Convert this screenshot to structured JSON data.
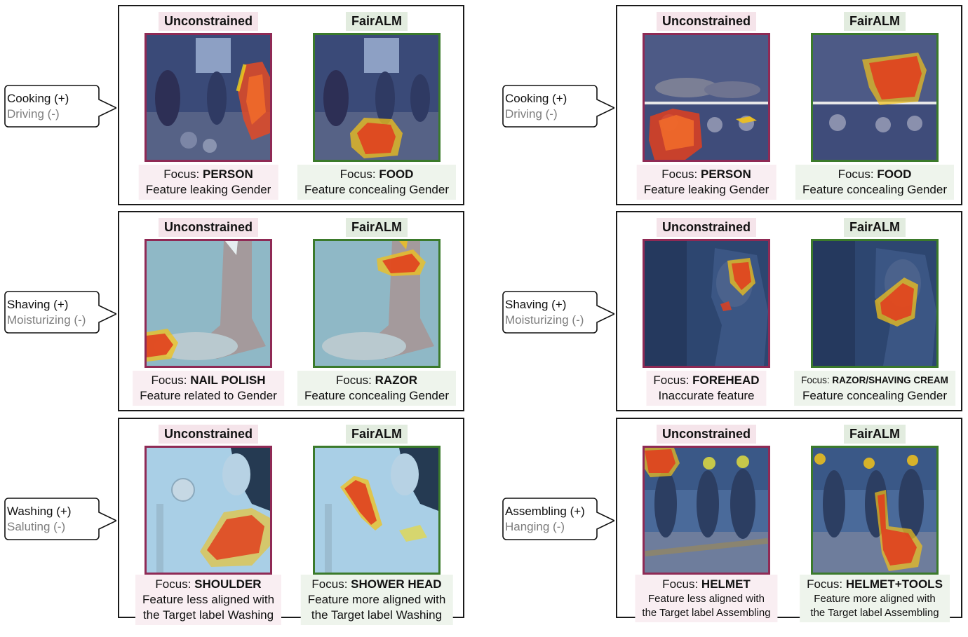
{
  "panels": [
    {
      "labels": {
        "positive": "Cooking (+)",
        "negative": "Driving (-)"
      },
      "unconstrained": {
        "header": "Unconstrained",
        "focus_prefix": "Focus: ",
        "focus": "PERSON",
        "line2": "Feature leaking Gender"
      },
      "fairalm": {
        "header": "FairALM",
        "focus_prefix": "Focus: ",
        "focus": "FOOD",
        "line2": "Feature concealing Gender"
      }
    },
    {
      "labels": {
        "positive": "Cooking (+)",
        "negative": "Driving (-)"
      },
      "unconstrained": {
        "header": "Unconstrained",
        "focus_prefix": "Focus: ",
        "focus": "PERSON",
        "line2": "Feature leaking Gender"
      },
      "fairalm": {
        "header": "FairALM",
        "focus_prefix": "Focus: ",
        "focus": "FOOD",
        "line2": "Feature concealing Gender"
      }
    },
    {
      "labels": {
        "positive": "Shaving (+)",
        "negative": "Moisturizing (-)"
      },
      "unconstrained": {
        "header": "Unconstrained",
        "focus_prefix": "Focus: ",
        "focus": "NAIL POLISH",
        "line2": "Feature related to Gender"
      },
      "fairalm": {
        "header": "FairALM",
        "focus_prefix": "Focus: ",
        "focus": "RAZOR",
        "line2": "Feature concealing Gender"
      }
    },
    {
      "labels": {
        "positive": "Shaving (+)",
        "negative": "Moisturizing (-)"
      },
      "unconstrained": {
        "header": "Unconstrained",
        "focus_prefix": "Focus: ",
        "focus": "FOREHEAD",
        "line2": "Inaccurate feature"
      },
      "fairalm": {
        "header": "FairALM",
        "focus_prefix": "Focus: ",
        "focus": "RAZOR/SHAVING CREAM",
        "line2": "Feature concealing Gender"
      }
    },
    {
      "labels": {
        "positive": "Washing (+)",
        "negative": "Saluting (-)"
      },
      "unconstrained": {
        "header": "Unconstrained",
        "focus_prefix": "Focus: ",
        "focus": "SHOULDER",
        "line2": "Feature less aligned with",
        "line3": "the Target label Washing"
      },
      "fairalm": {
        "header": "FairALM",
        "focus_prefix": "Focus: ",
        "focus": "SHOWER HEAD",
        "line2": "Feature more aligned with",
        "line3": "the Target label Washing"
      }
    },
    {
      "labels": {
        "positive": "Assembling (+)",
        "negative": "Hanging (-)"
      },
      "unconstrained": {
        "header": "Unconstrained",
        "focus_prefix": "Focus: ",
        "focus": "HELMET",
        "line2": "Feature less aligned with",
        "line3": "the Target label Assembling"
      },
      "fairalm": {
        "header": "FairALM",
        "focus_prefix": "Focus: ",
        "focus": "HELMET+TOOLS",
        "line2": "Feature more aligned with",
        "line3": "the Target label Assembling"
      }
    }
  ],
  "colors": {
    "unconstrained_border": "#8f2a55",
    "fairalm_border": "#3b7a2b",
    "heat_core": "#e0401f",
    "heat_edge": "#f2c21a",
    "negative_label": "#7d7d7d"
  }
}
